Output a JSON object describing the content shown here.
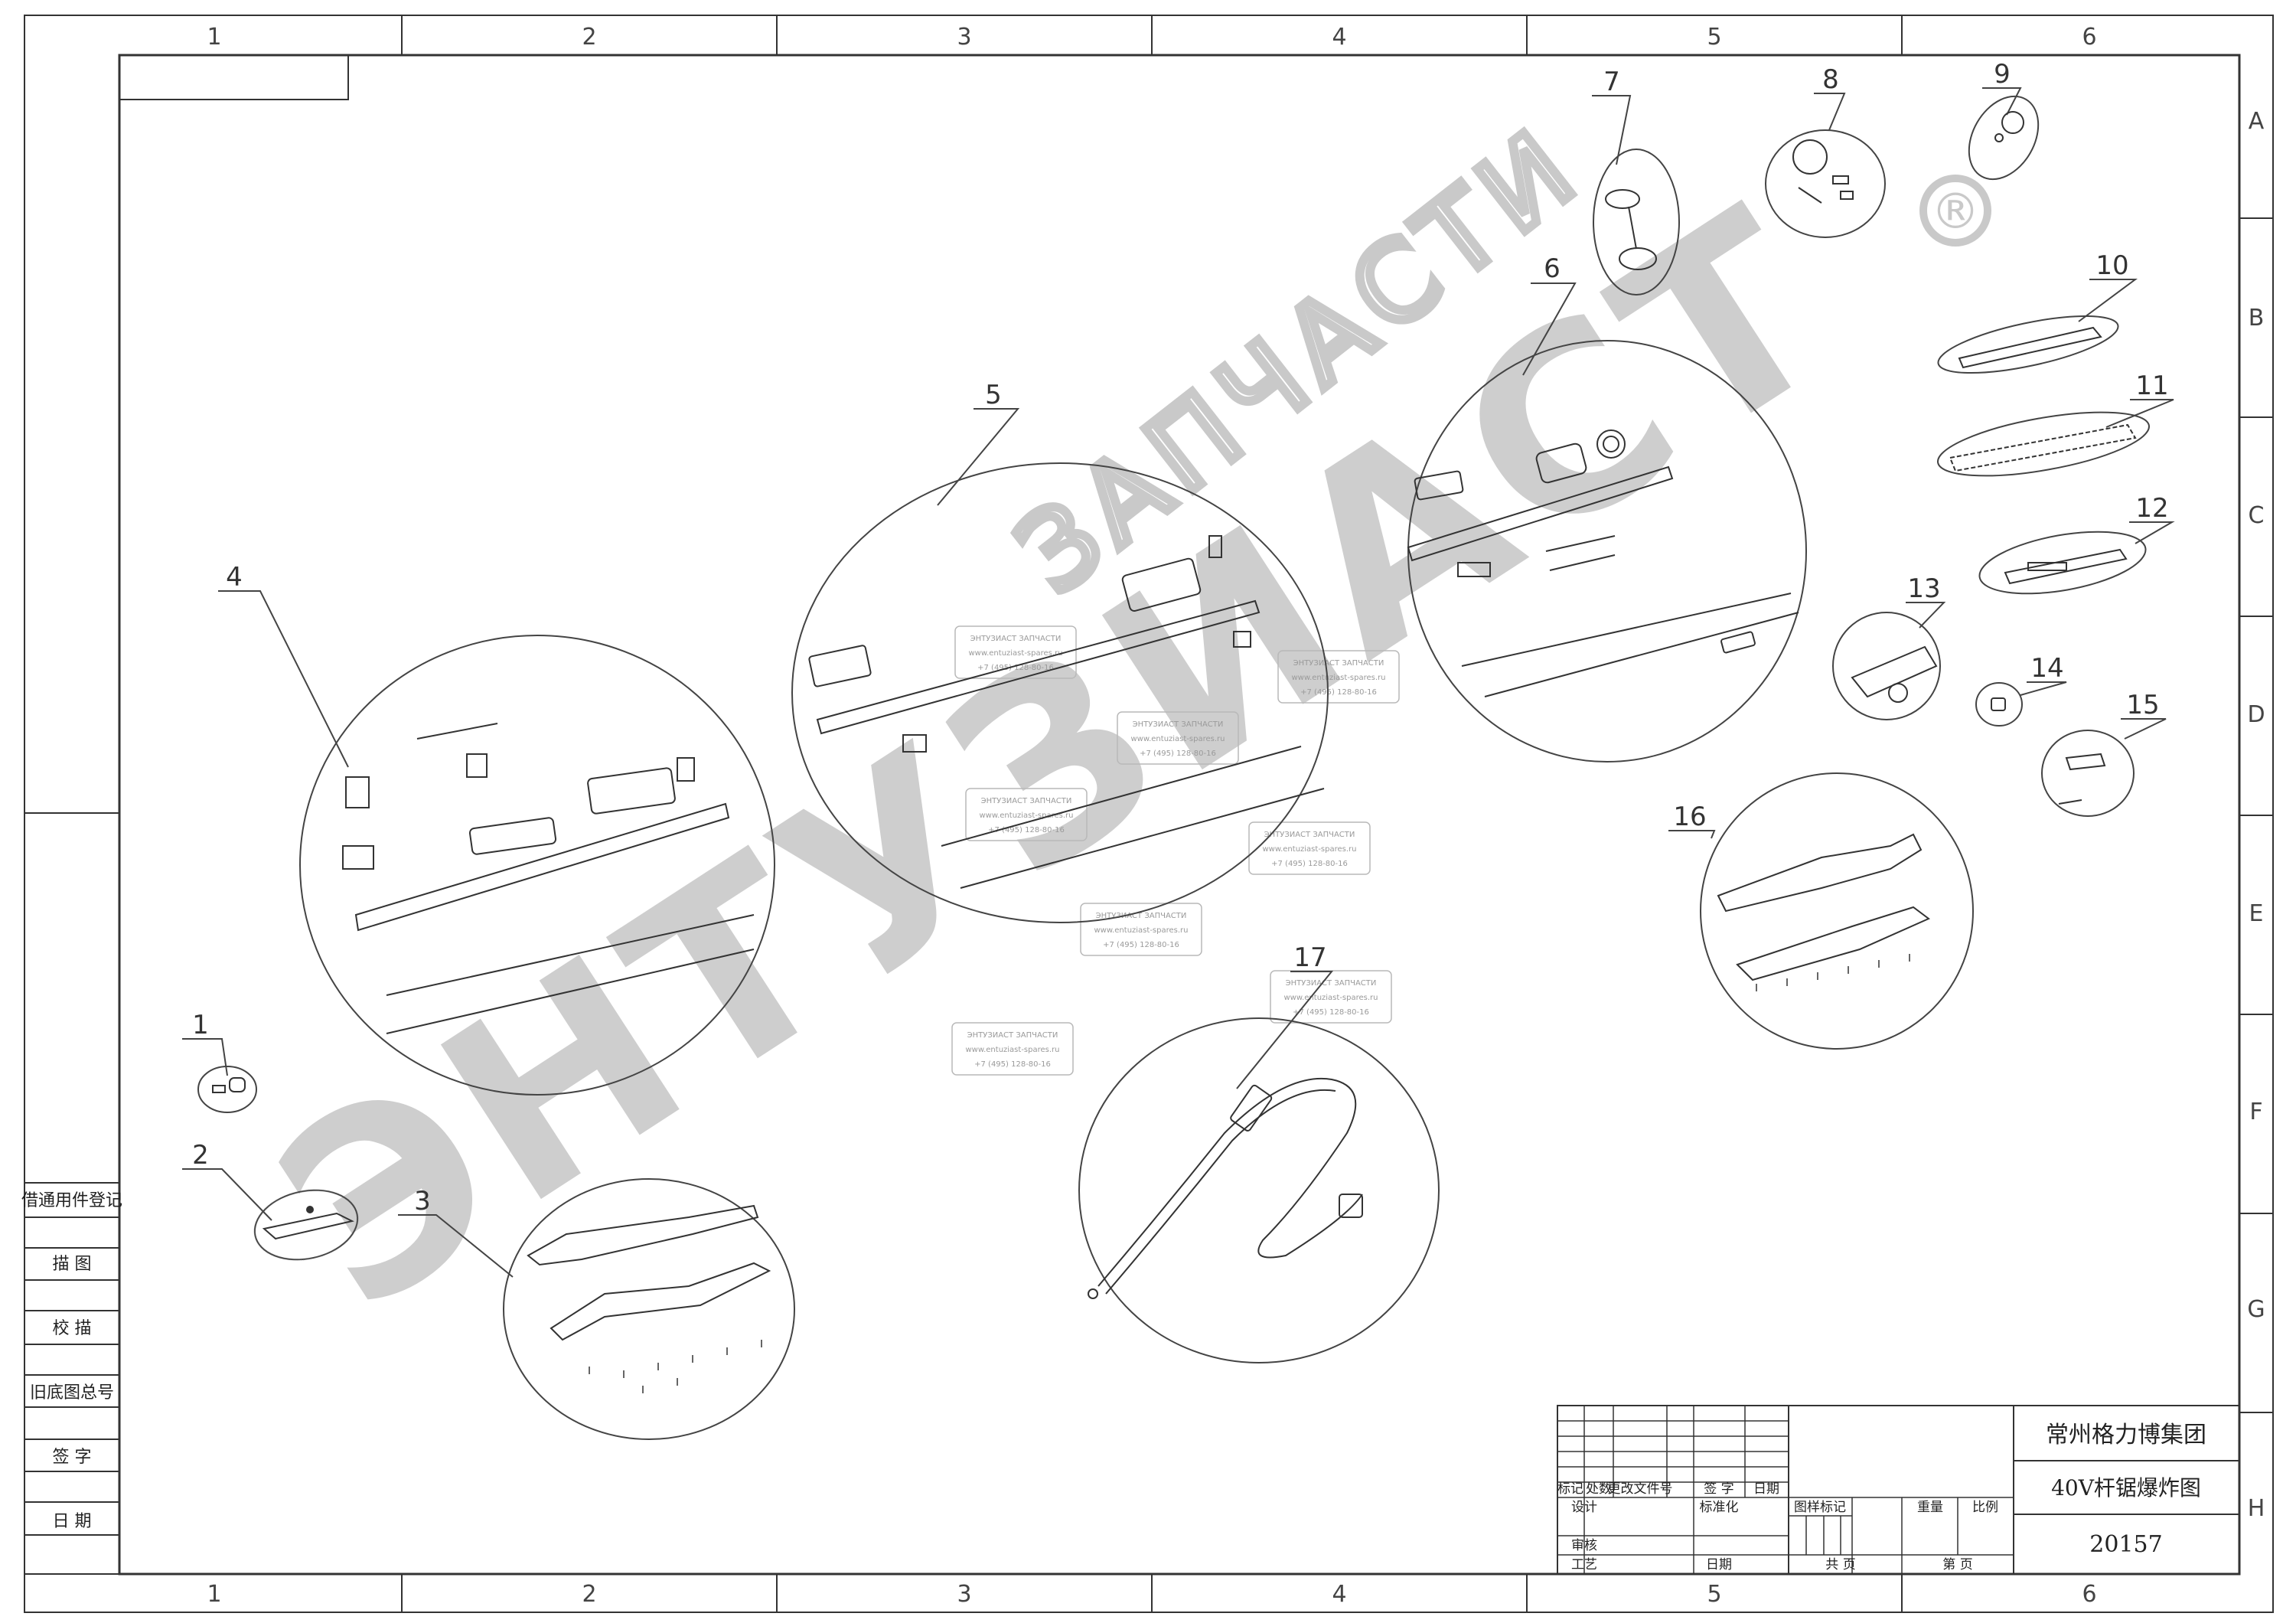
{
  "zones": {
    "columns": [
      "1",
      "2",
      "3",
      "4",
      "5",
      "6"
    ],
    "rows": [
      "A",
      "B",
      "C",
      "D",
      "E",
      "F",
      "G",
      "H"
    ]
  },
  "left_column_labels": [
    "借通用件登记",
    "描 图",
    "校 描",
    "旧底图总号",
    "签 字",
    "日 期"
  ],
  "callouts": [
    "1",
    "2",
    "3",
    "4",
    "5",
    "6",
    "7",
    "8",
    "9",
    "10",
    "11",
    "12",
    "13",
    "14",
    "15",
    "16",
    "17"
  ],
  "watermark": {
    "logo_text": "ЭНТУЗИАСТ",
    "arc_text": "ЗАПЧАСТИ",
    "registered": "®",
    "badge_title": "ЭНТУЗИАСТ ЗАПЧАСТИ",
    "badge_url": "www.entuziast-spares.ru",
    "badge_phone": "+7 (495) 128-80-16"
  },
  "title_block": {
    "company": "常州格力博集团",
    "drawing_title": "40V杆锯爆炸图",
    "drawing_number": "20157",
    "rev_headers": [
      "标记",
      "处数",
      "更改文件号",
      "签 字",
      "日期"
    ],
    "design": "设计",
    "standardize": "标准化",
    "review": "审核",
    "process": "工艺",
    "date": "日期",
    "sample_mark": "图样标记",
    "weight": "重量",
    "scale": "比例",
    "total_sheets": "共 页",
    "sheet_no": "第 页"
  }
}
